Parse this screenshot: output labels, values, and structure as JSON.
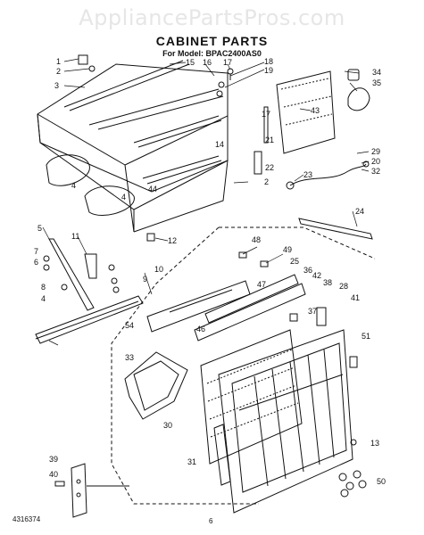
{
  "watermark": "AppliancePartsPros.com",
  "title": "CABINET PARTS",
  "subtitle": "For Model: BPAC2400AS0",
  "doc_number": "4316374",
  "page_number": "6",
  "callouts": [
    "1",
    "2",
    "3",
    "15",
    "16",
    "17",
    "18",
    "19",
    "34",
    "35",
    "43",
    "17",
    "14",
    "21",
    "22",
    "2",
    "4",
    "4",
    "44",
    "29",
    "20",
    "32",
    "23",
    "12",
    "24",
    "5",
    "11",
    "7",
    "6",
    "8",
    "4",
    "10",
    "9",
    "48",
    "49",
    "25",
    "36",
    "42",
    "38",
    "47",
    "28",
    "37",
    "41",
    "54",
    "46",
    "51",
    "33",
    "30",
    "13",
    "31",
    "39",
    "40",
    "50"
  ]
}
